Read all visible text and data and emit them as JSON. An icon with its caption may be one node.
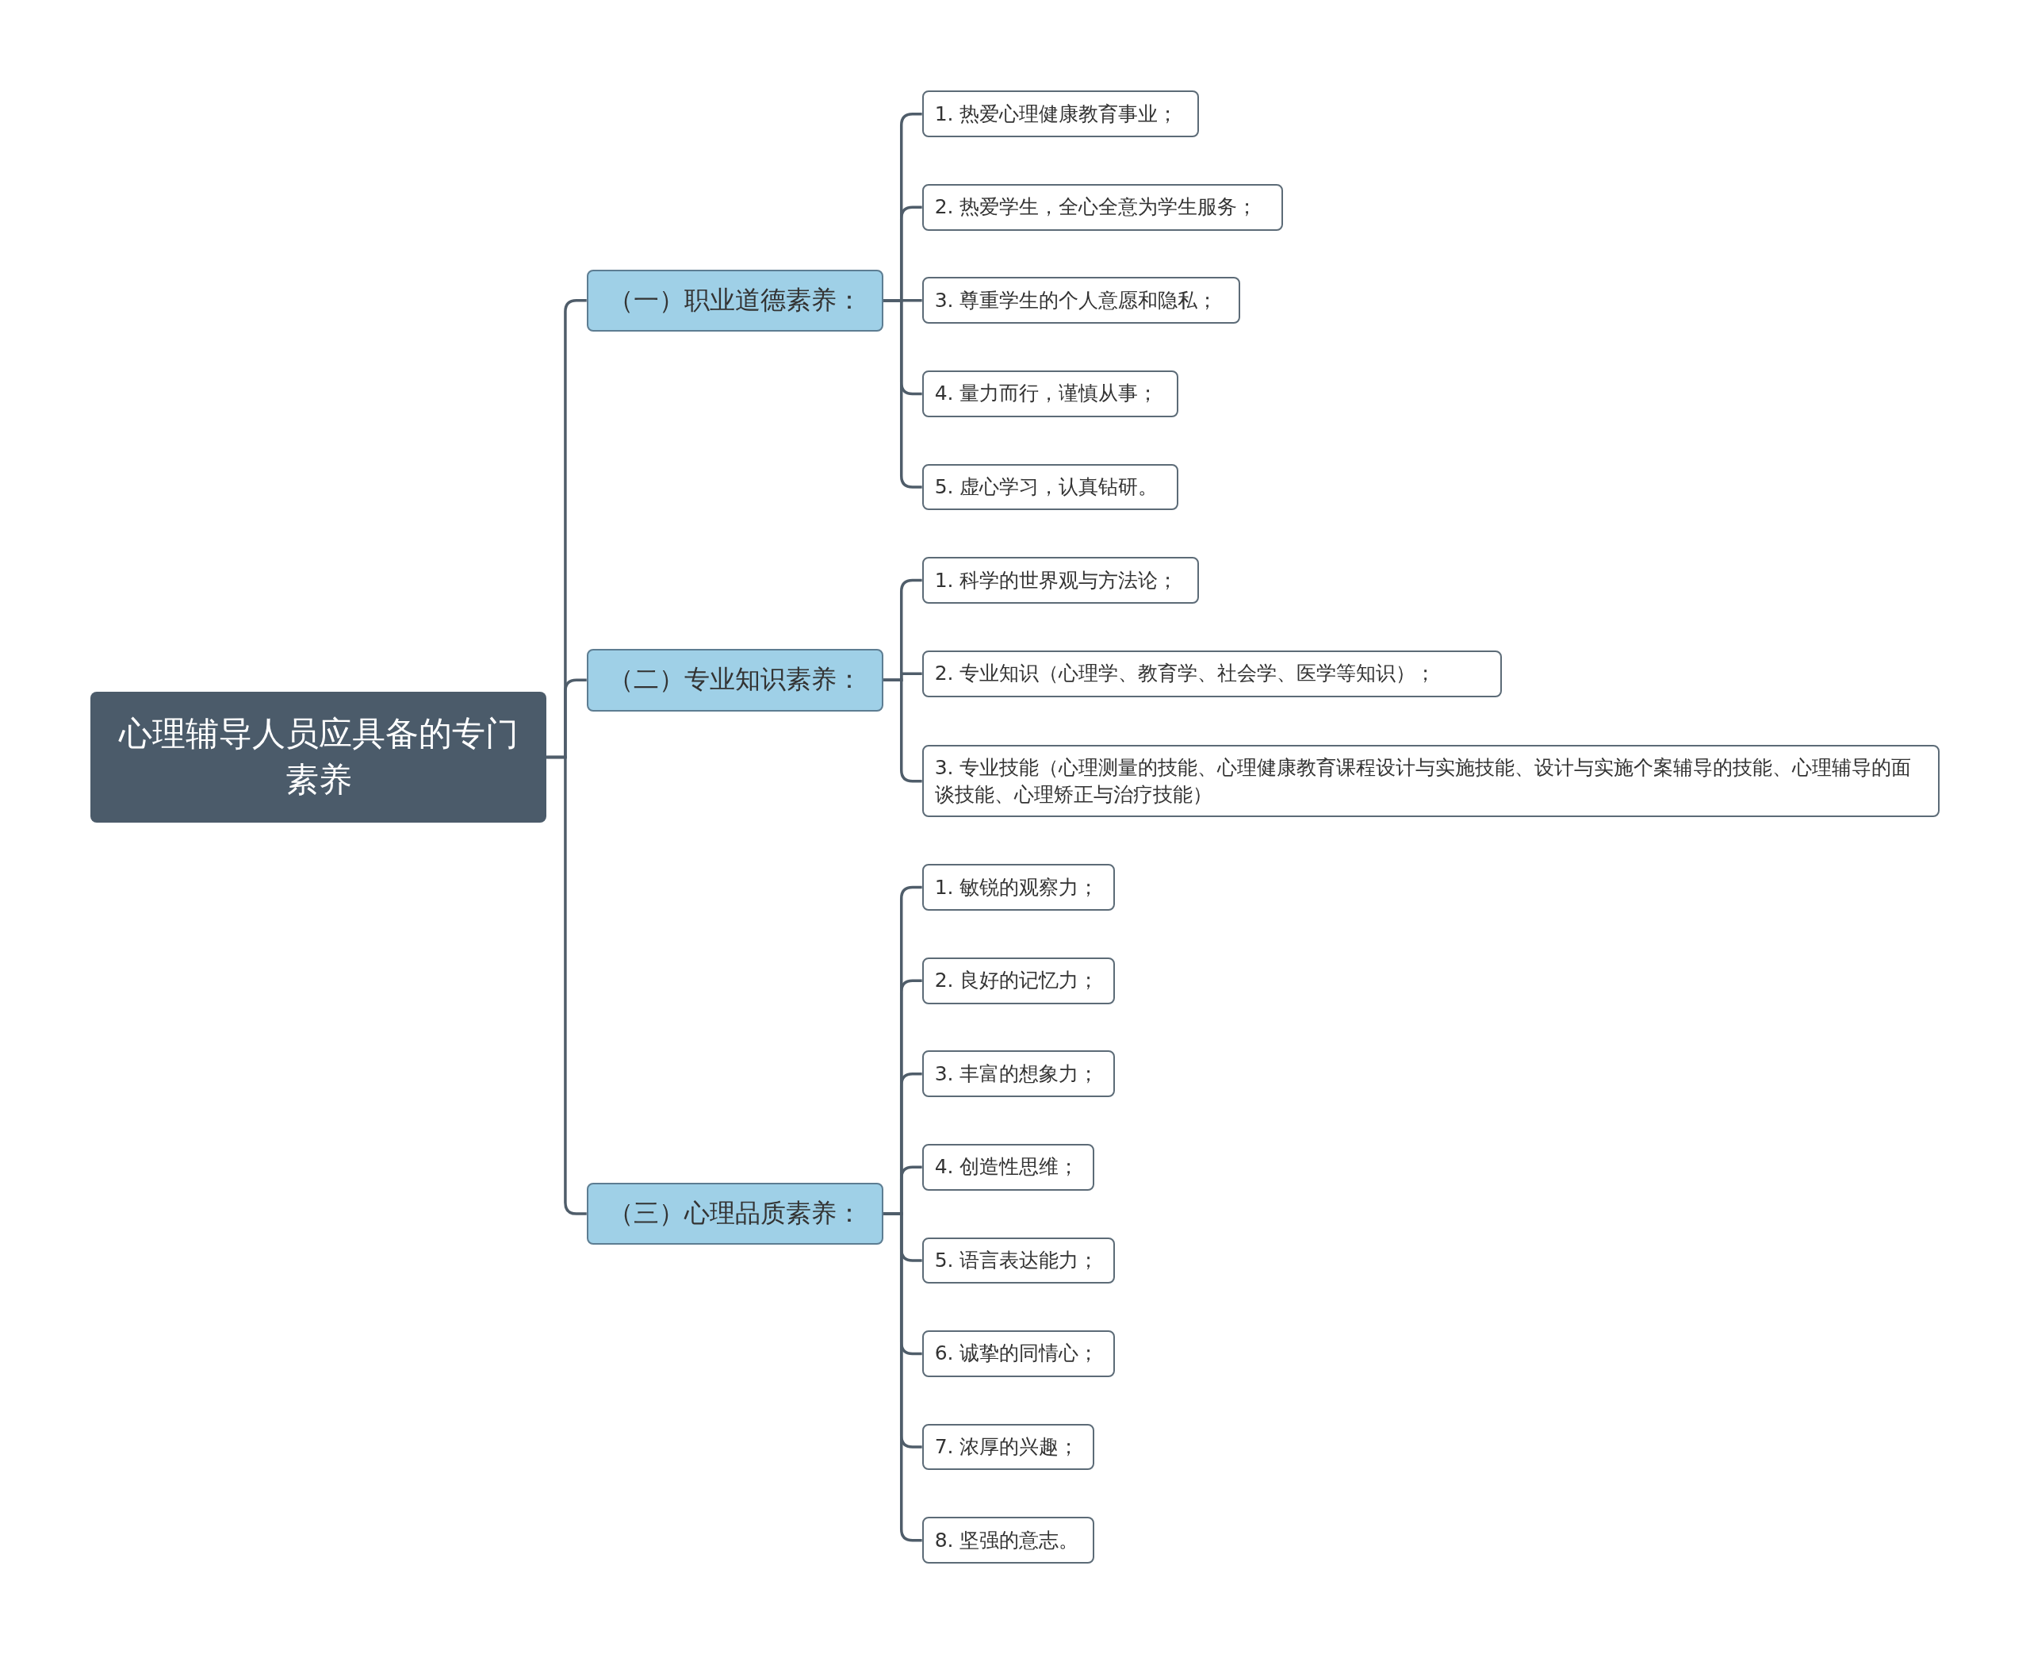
{
  "diagram": {
    "nodes": [
      {
        "text": [
          "心理辅导人员应具备的专门素养"
        ]
      },
      {
        "text": [
          "（一）职业道德素养："
        ]
      },
      {
        "text": [
          "1. 热爱心理健康教育事业；"
        ]
      },
      {
        "text": [
          "2. 热爱学生，全心全意为学生服务；"
        ]
      },
      {
        "text": [
          "3. 尊重学生的个人意愿和隐私；"
        ]
      },
      {
        "text": [
          "4. 量力而行，谨慎从事；"
        ]
      },
      {
        "text": [
          "5. 虚心学习，认真钻研。"
        ]
      },
      {
        "text": [
          "（二）专业知识素养："
        ]
      },
      {
        "text": [
          "1. 科学的世界观与方法论；"
        ]
      },
      {
        "text": [
          "2. 专业知识（心理学、教育学、社会学、医学等知识）；"
        ]
      },
      {
        "text": [
          "3. 专业技能（心理测量的技能、心理健康教育课程设计与实施技能、设计与实施个案辅导的技能、心理辅导的面谈技能、心理矫正与治疗技能）"
        ]
      },
      {
        "text": [
          "（三）心理品质素养："
        ]
      },
      {
        "text": [
          "1. 敏锐的观察力；"
        ]
      },
      {
        "text": [
          "2. 良好的记忆力；"
        ]
      },
      {
        "text": [
          "3. 丰富的想象力；"
        ]
      },
      {
        "text": [
          "4. 创造性思维；"
        ]
      },
      {
        "text": [
          "5. 语言表达能力；"
        ]
      },
      {
        "text": [
          "6. 诚挚的同情心；"
        ]
      },
      {
        "text": [
          "7. 浓厚的兴趣；"
        ]
      },
      {
        "text": [
          "8. 坚强的意志。"
        ]
      }
    ],
    "edges": [
      {
        "from": 0,
        "to": 1,
        "arrow": "none"
      },
      {
        "from": 0,
        "to": 7,
        "arrow": "none"
      },
      {
        "from": 0,
        "to": 11,
        "arrow": "none"
      },
      {
        "from": 1,
        "to": 2,
        "arrow": "none"
      },
      {
        "from": 1,
        "to": 3,
        "arrow": "none"
      },
      {
        "from": 1,
        "to": 4,
        "arrow": "none"
      },
      {
        "from": 1,
        "to": 5,
        "arrow": "none"
      },
      {
        "from": 1,
        "to": 6,
        "arrow": "none"
      },
      {
        "from": 7,
        "to": 8,
        "arrow": "none"
      },
      {
        "from": 7,
        "to": 9,
        "arrow": "none"
      },
      {
        "from": 7,
        "to": 10,
        "arrow": "none"
      },
      {
        "from": 11,
        "to": 12,
        "arrow": "none"
      },
      {
        "from": 11,
        "to": 13,
        "arrow": "none"
      },
      {
        "from": 11,
        "to": 14,
        "arrow": "none"
      },
      {
        "from": 11,
        "to": 15,
        "arrow": "none"
      },
      {
        "from": 11,
        "to": 16,
        "arrow": "none"
      },
      {
        "from": 11,
        "to": 17,
        "arrow": "none"
      },
      {
        "from": 11,
        "to": 18,
        "arrow": "none"
      },
      {
        "from": 11,
        "to": 19,
        "arrow": "none"
      }
    ]
  }
}
